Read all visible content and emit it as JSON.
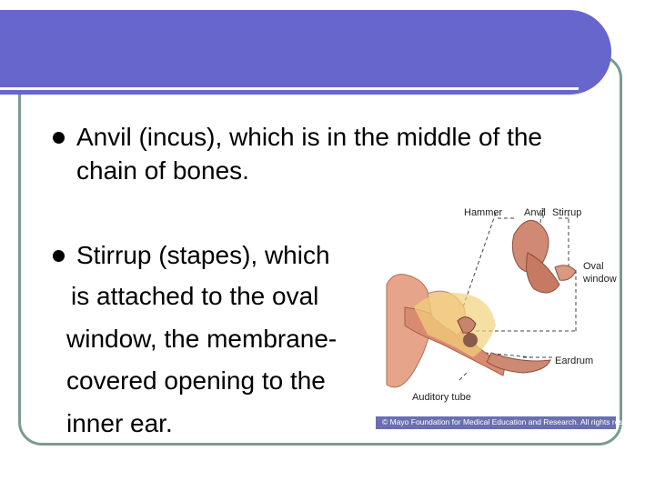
{
  "slide": {
    "accent_color": "#6666cc",
    "frame_color": "#7a9a92"
  },
  "bullets": [
    {
      "lines": [
        "Anvil (incus), which is in the middle of the",
        "chain of bones."
      ]
    },
    {
      "lines": [
        "Stirrup (stapes), which",
        "is attached to the oval",
        "window, the membrane-",
        "covered opening to the",
        "inner ear."
      ]
    }
  ],
  "figure": {
    "labels": {
      "hammer": "Hammer",
      "anvil": "Anvil",
      "stirrup": "Stirrup",
      "oval_window_1": "Oval",
      "oval_window_2": "window",
      "eardrum": "Eardrum",
      "auditory_tube": "Auditory tube"
    },
    "credit": "© Mayo Foundation for Medical Education and Research. All rights reserved."
  }
}
